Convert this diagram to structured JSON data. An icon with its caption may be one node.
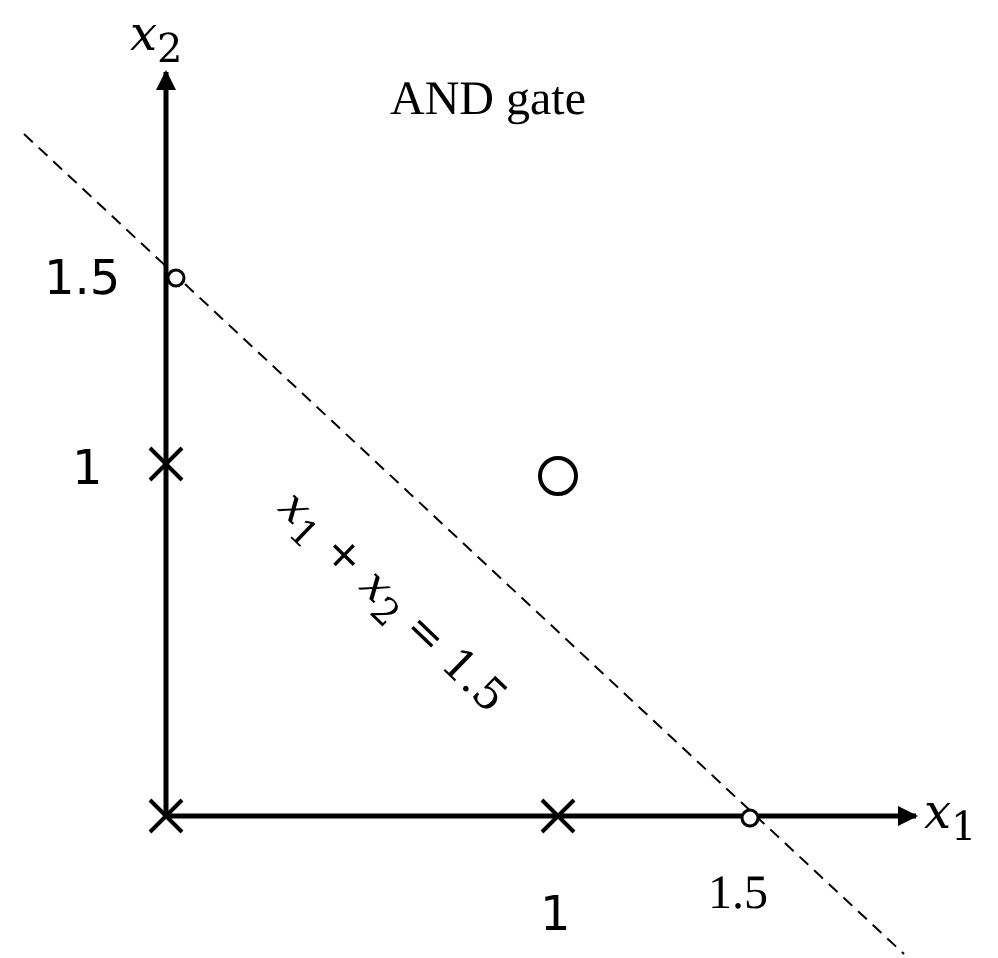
{
  "diagram": {
    "title": "AND gate",
    "labels": [
      "*x*$_{2}$",
      "1.5",
      "1",
      "*x*$_{1}$ + *x*$_{2}$ = 1.5",
      "*x*$_{1}$",
      "1",
      "1.5"
    ]
  }
}
